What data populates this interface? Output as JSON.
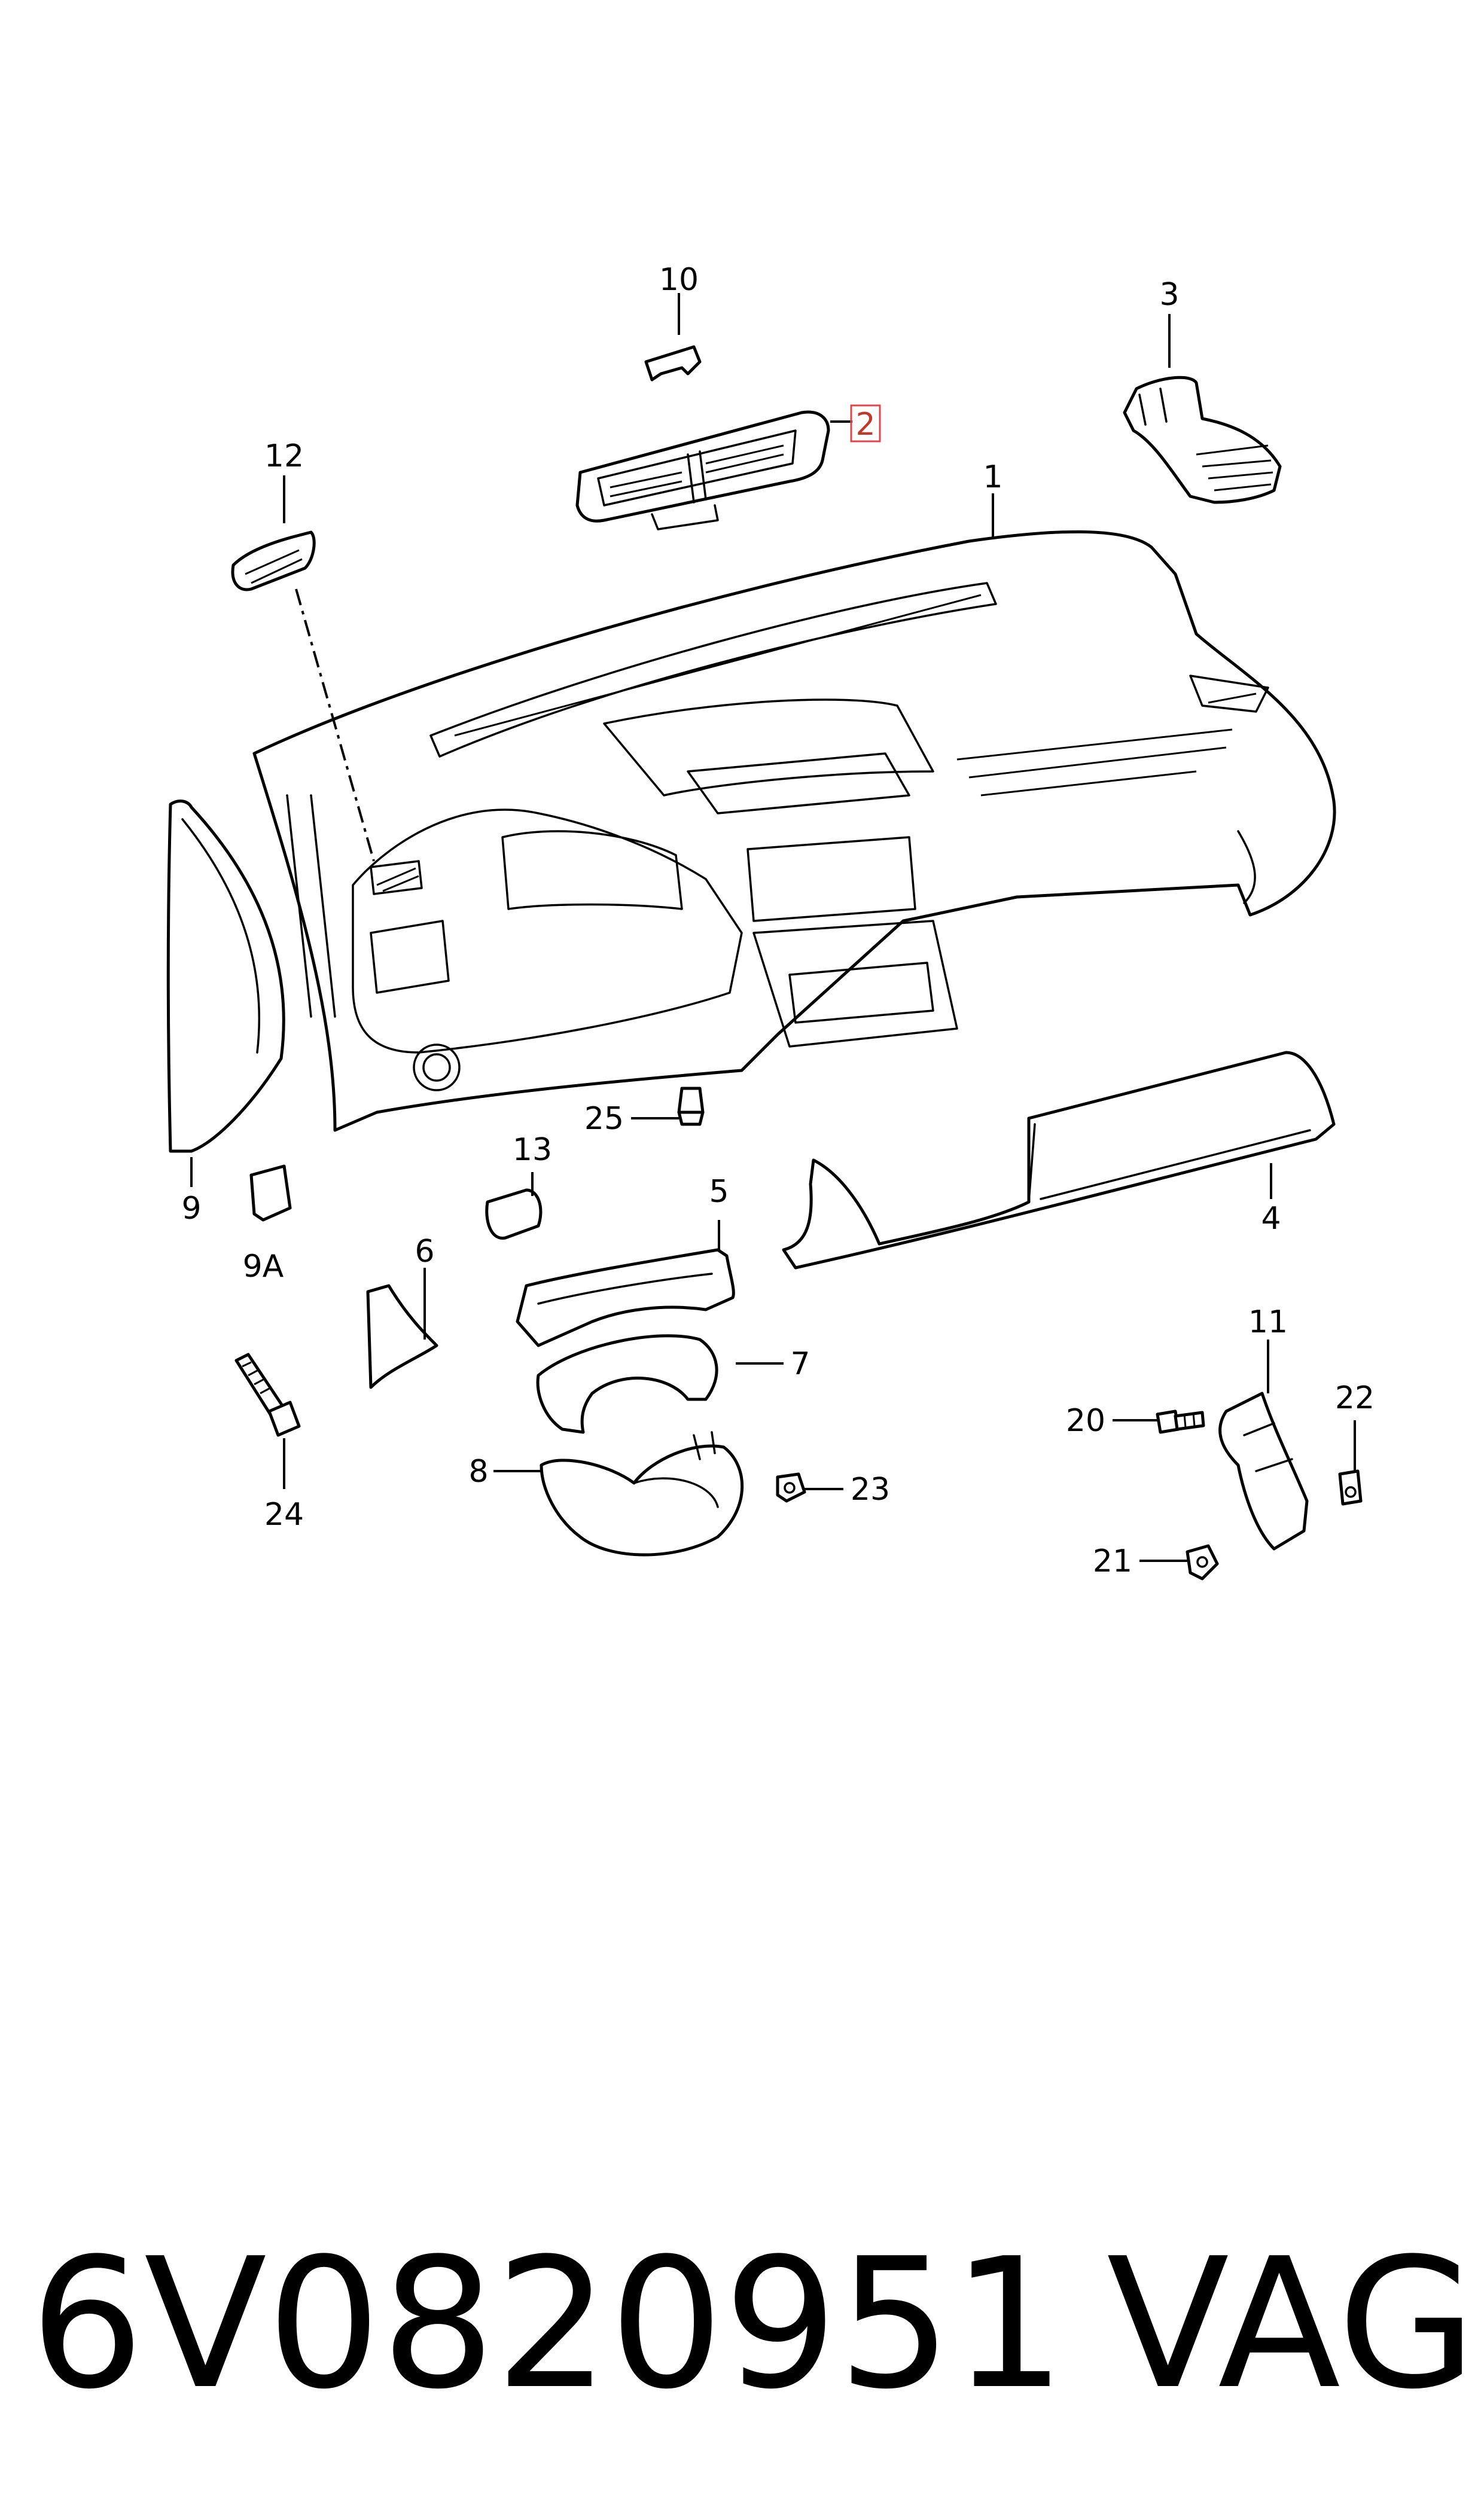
{
  "diagram": {
    "callouts": {
      "c1": "1",
      "c2": "2",
      "c3": "3",
      "c4": "4",
      "c5": "5",
      "c6": "6",
      "c7": "7",
      "c8": "8",
      "c9": "9",
      "c9a": "9A",
      "c10": "10",
      "c11": "11",
      "c12": "12",
      "c13": "13",
      "c20": "20",
      "c21": "21",
      "c22": "22",
      "c23": "23",
      "c24": "24",
      "c25": "25"
    },
    "highlighted_callout": "2",
    "highlight_color": "#e0454f"
  },
  "footer": {
    "part_number": "6V0820951",
    "brand": "VAG"
  }
}
